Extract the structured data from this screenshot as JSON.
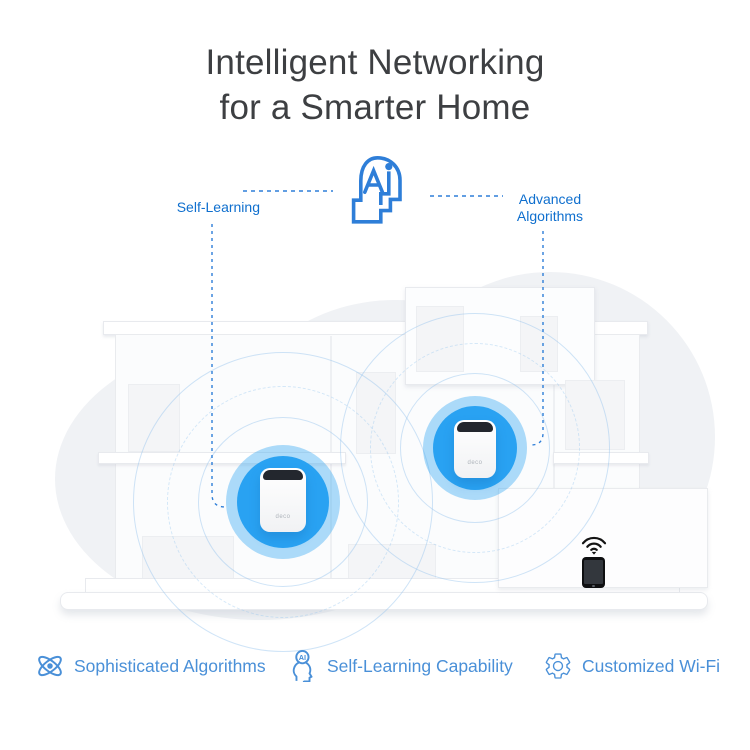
{
  "title": {
    "line1": "Intelligent Networking",
    "line2": "for a Smarter Home"
  },
  "callouts": {
    "left": {
      "label": "Self-Learning"
    },
    "right": {
      "line1": "Advanced",
      "line2": "Algorithms"
    }
  },
  "illustration": {
    "device_logo": "deco",
    "device_count": 2,
    "client_device": "smartphone-with-wifi-signal"
  },
  "features": [
    {
      "icon": "atom-icon",
      "label": "Sophisticated Algorithms"
    },
    {
      "icon": "ai-head-icon",
      "icon_text": "AI",
      "label": "Self-Learning Capability"
    },
    {
      "icon": "gear-icon",
      "label": "Customized Wi-Fi"
    }
  ],
  "colors": {
    "title_gray": "#3d3f42",
    "callout_blue": "#0f6fce",
    "icon_stroke_blue": "#2e7ed8",
    "feature_blue": "#4a90d8",
    "glow_blue": "#29a2f2",
    "cloud_gray": "#f0f2f5"
  }
}
